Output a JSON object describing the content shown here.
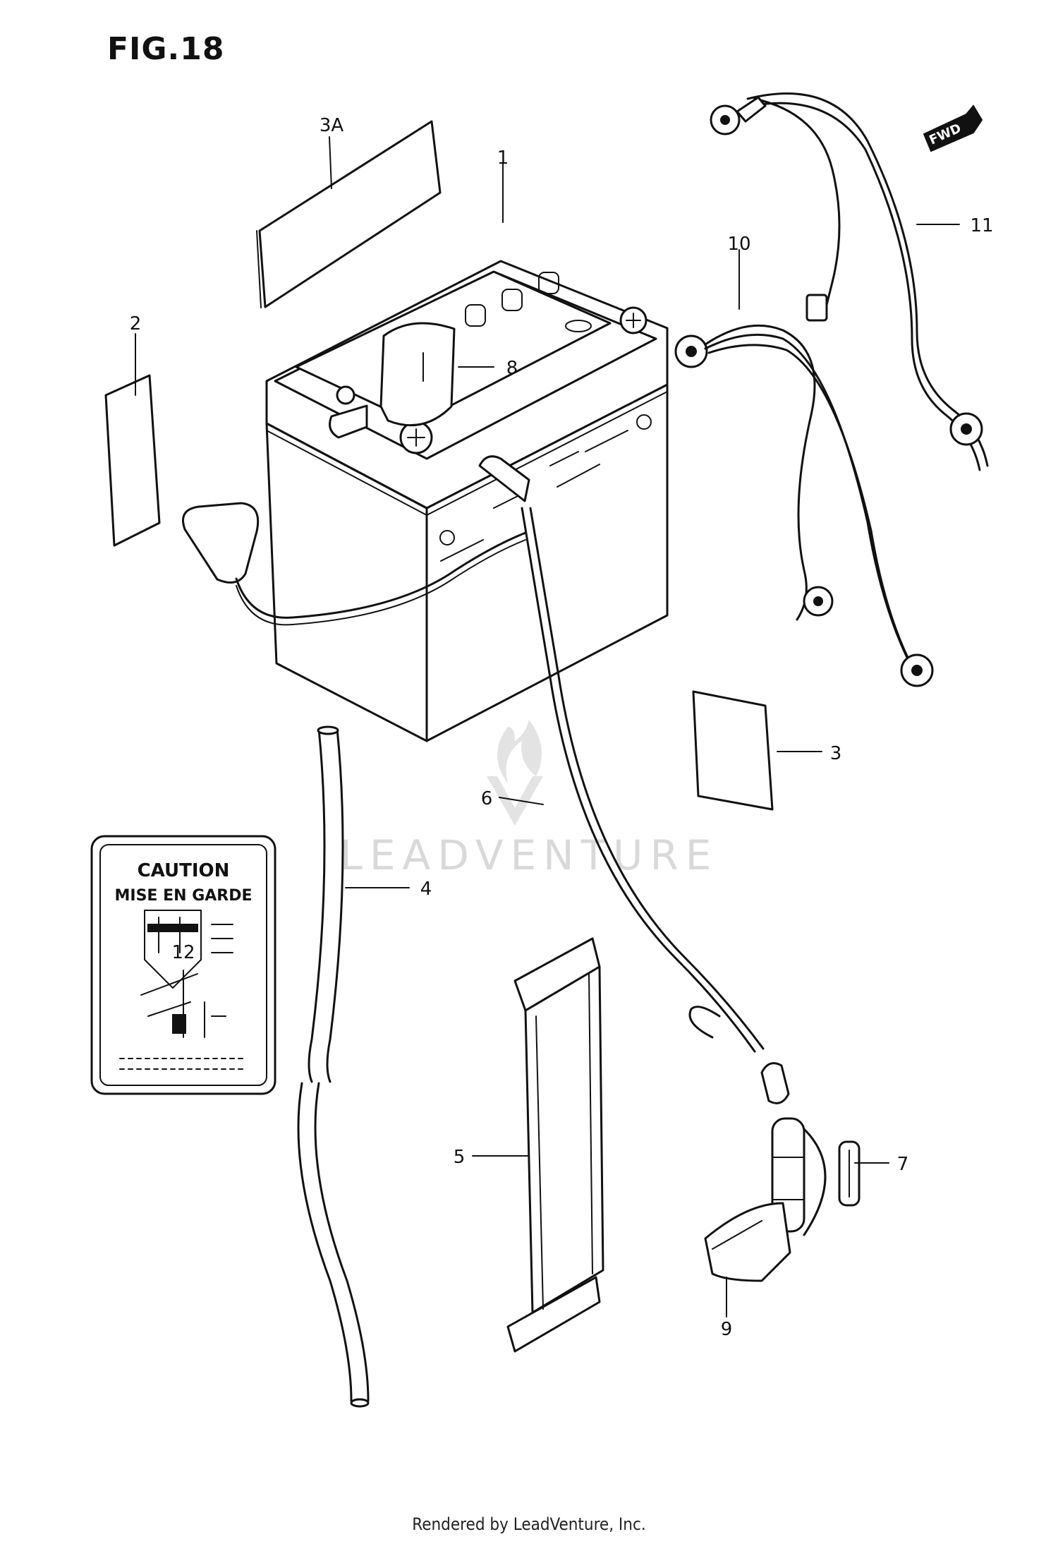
{
  "figure": {
    "title": "FIG.18"
  },
  "callouts": {
    "c1": "1",
    "c2": "2",
    "c3": "3",
    "c3a": "3A",
    "c4": "4",
    "c5": "5",
    "c6": "6",
    "c7": "7",
    "c8": "8",
    "c9": "9",
    "c10": "10",
    "c11": "11",
    "c12": "12"
  },
  "caution_label": {
    "line1": "CAUTION",
    "line2": "MISE EN GARDE"
  },
  "fwd_arrow": "FWD",
  "watermark": "LEADVENTURE",
  "footer": "Rendered by LeadVenture, Inc."
}
